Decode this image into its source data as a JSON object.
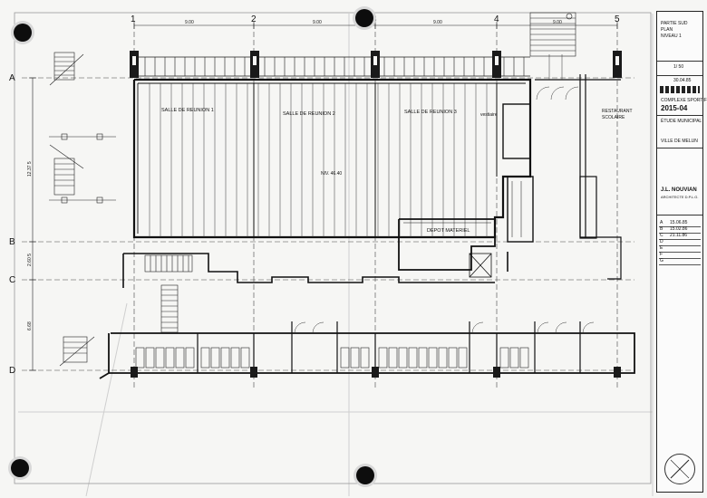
{
  "title_block": {
    "heading_lines": [
      "PARTIE SUD",
      "PLAN",
      "NIVEAU 1"
    ],
    "scale": "1/ 50",
    "date": "30.04.85",
    "project_title": "COMPLEXE SPORTIF",
    "drawing_number": "2015-04",
    "client_lines": [
      "ÉTUDE MUNICIPAL",
      "VILLE DE MELUN"
    ],
    "architect": "J.L. NOUVIAN",
    "architect_sub": "ARCHITECTE D.P.L.G.",
    "revisions": [
      {
        "letter": "A",
        "date": "15.06.85"
      },
      {
        "letter": "B",
        "date": "15.02.86"
      },
      {
        "letter": "C",
        "date": "21.11.86"
      },
      {
        "letter": "D",
        "date": ""
      },
      {
        "letter": "E",
        "date": ""
      },
      {
        "letter": "F",
        "date": ""
      },
      {
        "letter": "G",
        "date": ""
      }
    ]
  },
  "grid": {
    "columns": [
      "1",
      "2",
      "3",
      "4",
      "5"
    ],
    "rows": [
      "A",
      "B",
      "C",
      "D"
    ],
    "column_spacing": [
      "9.00",
      "9.00",
      "9.00",
      "9.00"
    ],
    "row_spacing": [
      "12.37 5",
      "2.60 5",
      "6.68"
    ]
  },
  "rooms": {
    "salle1": "SALLE DE REUNION 1",
    "salle2": "SALLE DE REUNION 2",
    "salle3": "SALLE DE REUNION 3",
    "vestiaire": "vestiaire",
    "restaurant": [
      "RESTAURANT",
      "SCOLAIRE"
    ],
    "depot": "DEPOT MATERIEL",
    "niveau": "NIV. 46.40"
  },
  "colors": {
    "line": "#1a1a1a",
    "paper": "#f6f6f4",
    "pin": "#0d0d0d"
  }
}
